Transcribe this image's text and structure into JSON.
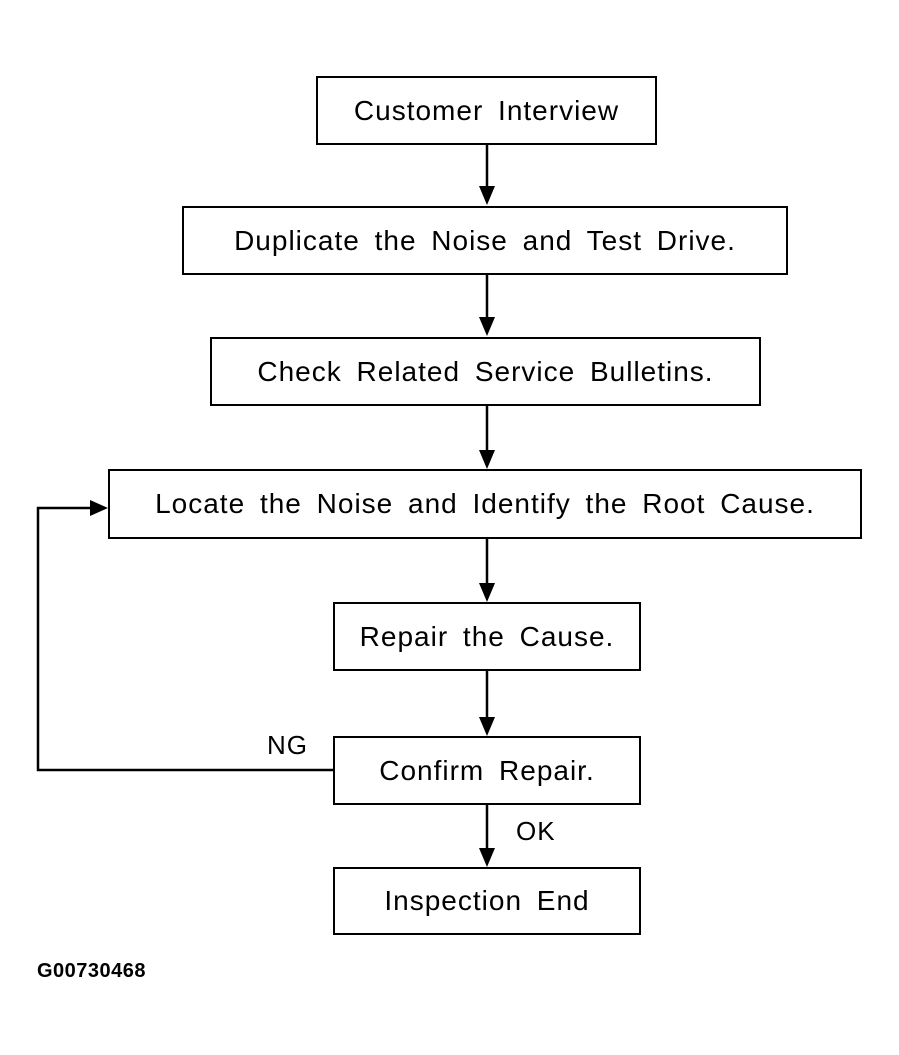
{
  "steps": [
    {
      "id": "customer-interview",
      "label": "Customer Interview"
    },
    {
      "id": "duplicate-noise",
      "label": "Duplicate the Noise and Test Drive."
    },
    {
      "id": "check-bulletins",
      "label": "Check Related Service Bulletins."
    },
    {
      "id": "locate-noise",
      "label": "Locate the Noise and Identify the Root Cause."
    },
    {
      "id": "repair-cause",
      "label": "Repair the Cause."
    },
    {
      "id": "confirm-repair",
      "label": "Confirm Repair."
    },
    {
      "id": "inspection-end",
      "label": "Inspection End"
    }
  ],
  "branches": {
    "ng": "NG",
    "ok": "OK"
  },
  "figure_id": "G00730468"
}
